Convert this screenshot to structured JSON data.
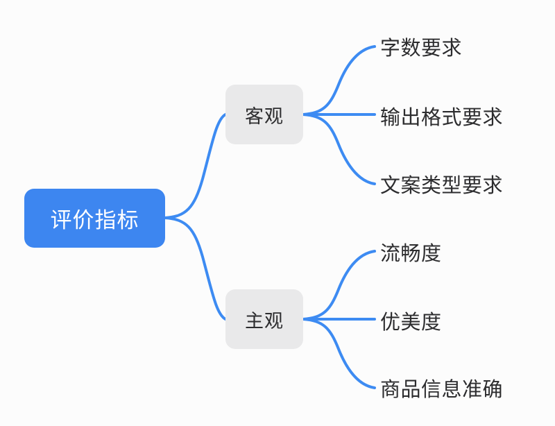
{
  "diagram": {
    "type": "mind-map",
    "orientation": "left-to-right",
    "background_color": "#fcfcfc",
    "connector_color": "#3d8bf2",
    "root": {
      "label": "评价指标",
      "fill_color": "#3d86f0",
      "text_color": "#ffffff"
    },
    "branches": [
      {
        "label": "客观",
        "fill_color": "#e9e9ea",
        "text_color": "#2d2d2f",
        "children": [
          {
            "label": "字数要求"
          },
          {
            "label": "输出格式要求"
          },
          {
            "label": "文案类型要求"
          }
        ]
      },
      {
        "label": "主观",
        "fill_color": "#e9e9ea",
        "text_color": "#2d2d2f",
        "children": [
          {
            "label": "流畅度"
          },
          {
            "label": "优美度"
          },
          {
            "label": "商品信息准确"
          }
        ]
      }
    ]
  }
}
